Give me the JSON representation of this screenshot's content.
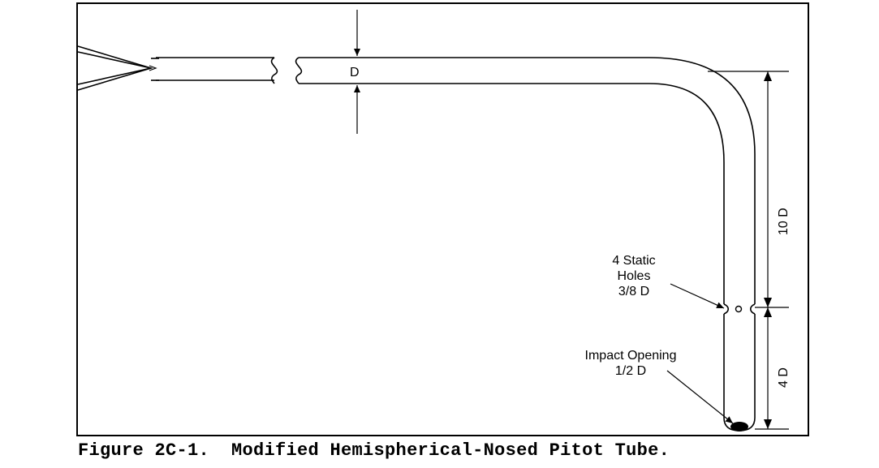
{
  "diagram": {
    "labels": {
      "diameter": "D",
      "static_holes_line1": "4 Static",
      "static_holes_line2": "Holes",
      "static_holes_line3": "3/8 D",
      "impact_opening_line1": "Impact Opening",
      "impact_opening_line2": "1/2 D",
      "dim_10d": "10 D",
      "dim_4d": "4 D"
    }
  },
  "caption": "Figure 2C-1.  Modified Hemispherical-Nosed Pitot Tube."
}
